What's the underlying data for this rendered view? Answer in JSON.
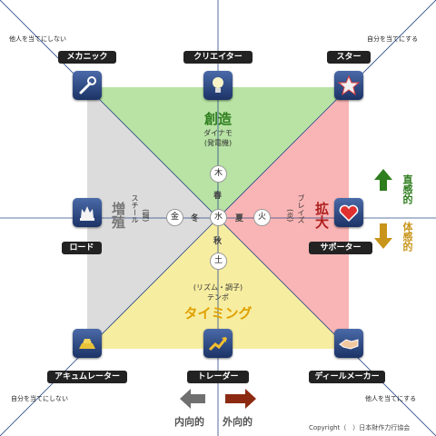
{
  "corner_notes": {
    "top_left": "他人を当てにしない",
    "top_right": "自分を当てにする",
    "bottom_left": "自分を当てにしない",
    "bottom_right": "他人を当てにする"
  },
  "roles": {
    "mechanic": "メカニック",
    "creator": "クリエイター",
    "star": "スター",
    "lord": "ロード",
    "supporter": "サポーター",
    "accumulator": "アキュムレーター",
    "trader": "トレーダー",
    "dealmaker": "ディールメーカー"
  },
  "quadrants": {
    "top": {
      "title": "創造",
      "sub1": "ダイナモ",
      "sub2": "(発電機)",
      "color": "#b8e3a4"
    },
    "bottom": {
      "sub1": "(リズム・調子)",
      "sub2": "テンポ",
      "title": "タイミング",
      "color": "#f7eda0"
    },
    "left": {
      "title": "増殖",
      "sub1": "スチール",
      "sub2": "(鋼)",
      "color": "#dcdcdc"
    },
    "right": {
      "title": "拡大",
      "sub1": "ブレイズ",
      "sub2": "(炎)",
      "color": "#f9b5b5"
    }
  },
  "elements": {
    "wood": "木",
    "fire": "火",
    "earth": "土",
    "metal": "金",
    "water": "水"
  },
  "seasons": {
    "spring": "春",
    "summer": "夏",
    "autumn": "秋",
    "winter": "冬"
  },
  "legend_right": {
    "intuitive": "直感的",
    "physical": "体感的",
    "up_color": "#2e7d1e",
    "down_color": "#c8951a"
  },
  "legend_bottom": {
    "inward": "内向的",
    "outward": "外向的",
    "inward_color": "#707070",
    "outward_color": "#8b2a10"
  },
  "copyright": "Copyright（　）日本財作力行協会",
  "title_colors": {
    "top": "#2e7d1e",
    "bottom": "#e0a000",
    "left": "#777777",
    "right": "#b02020"
  }
}
